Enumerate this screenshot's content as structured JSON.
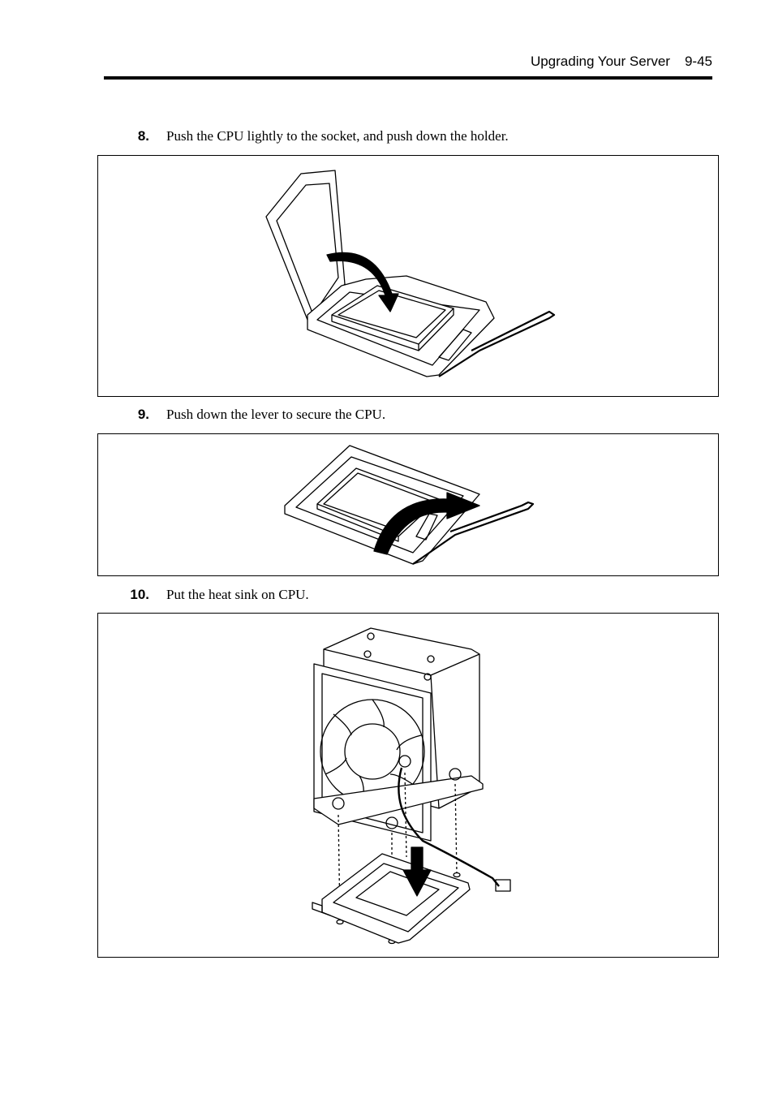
{
  "header": {
    "section_title": "Upgrading Your Server",
    "page_number": "9-45"
  },
  "steps": [
    {
      "number": "8.",
      "text": "Push the CPU lightly to the socket, and push down the holder."
    },
    {
      "number": "9.",
      "text": "Push down the lever to secure the CPU."
    },
    {
      "number": "10.",
      "text": "Put the heat sink on CPU."
    }
  ]
}
